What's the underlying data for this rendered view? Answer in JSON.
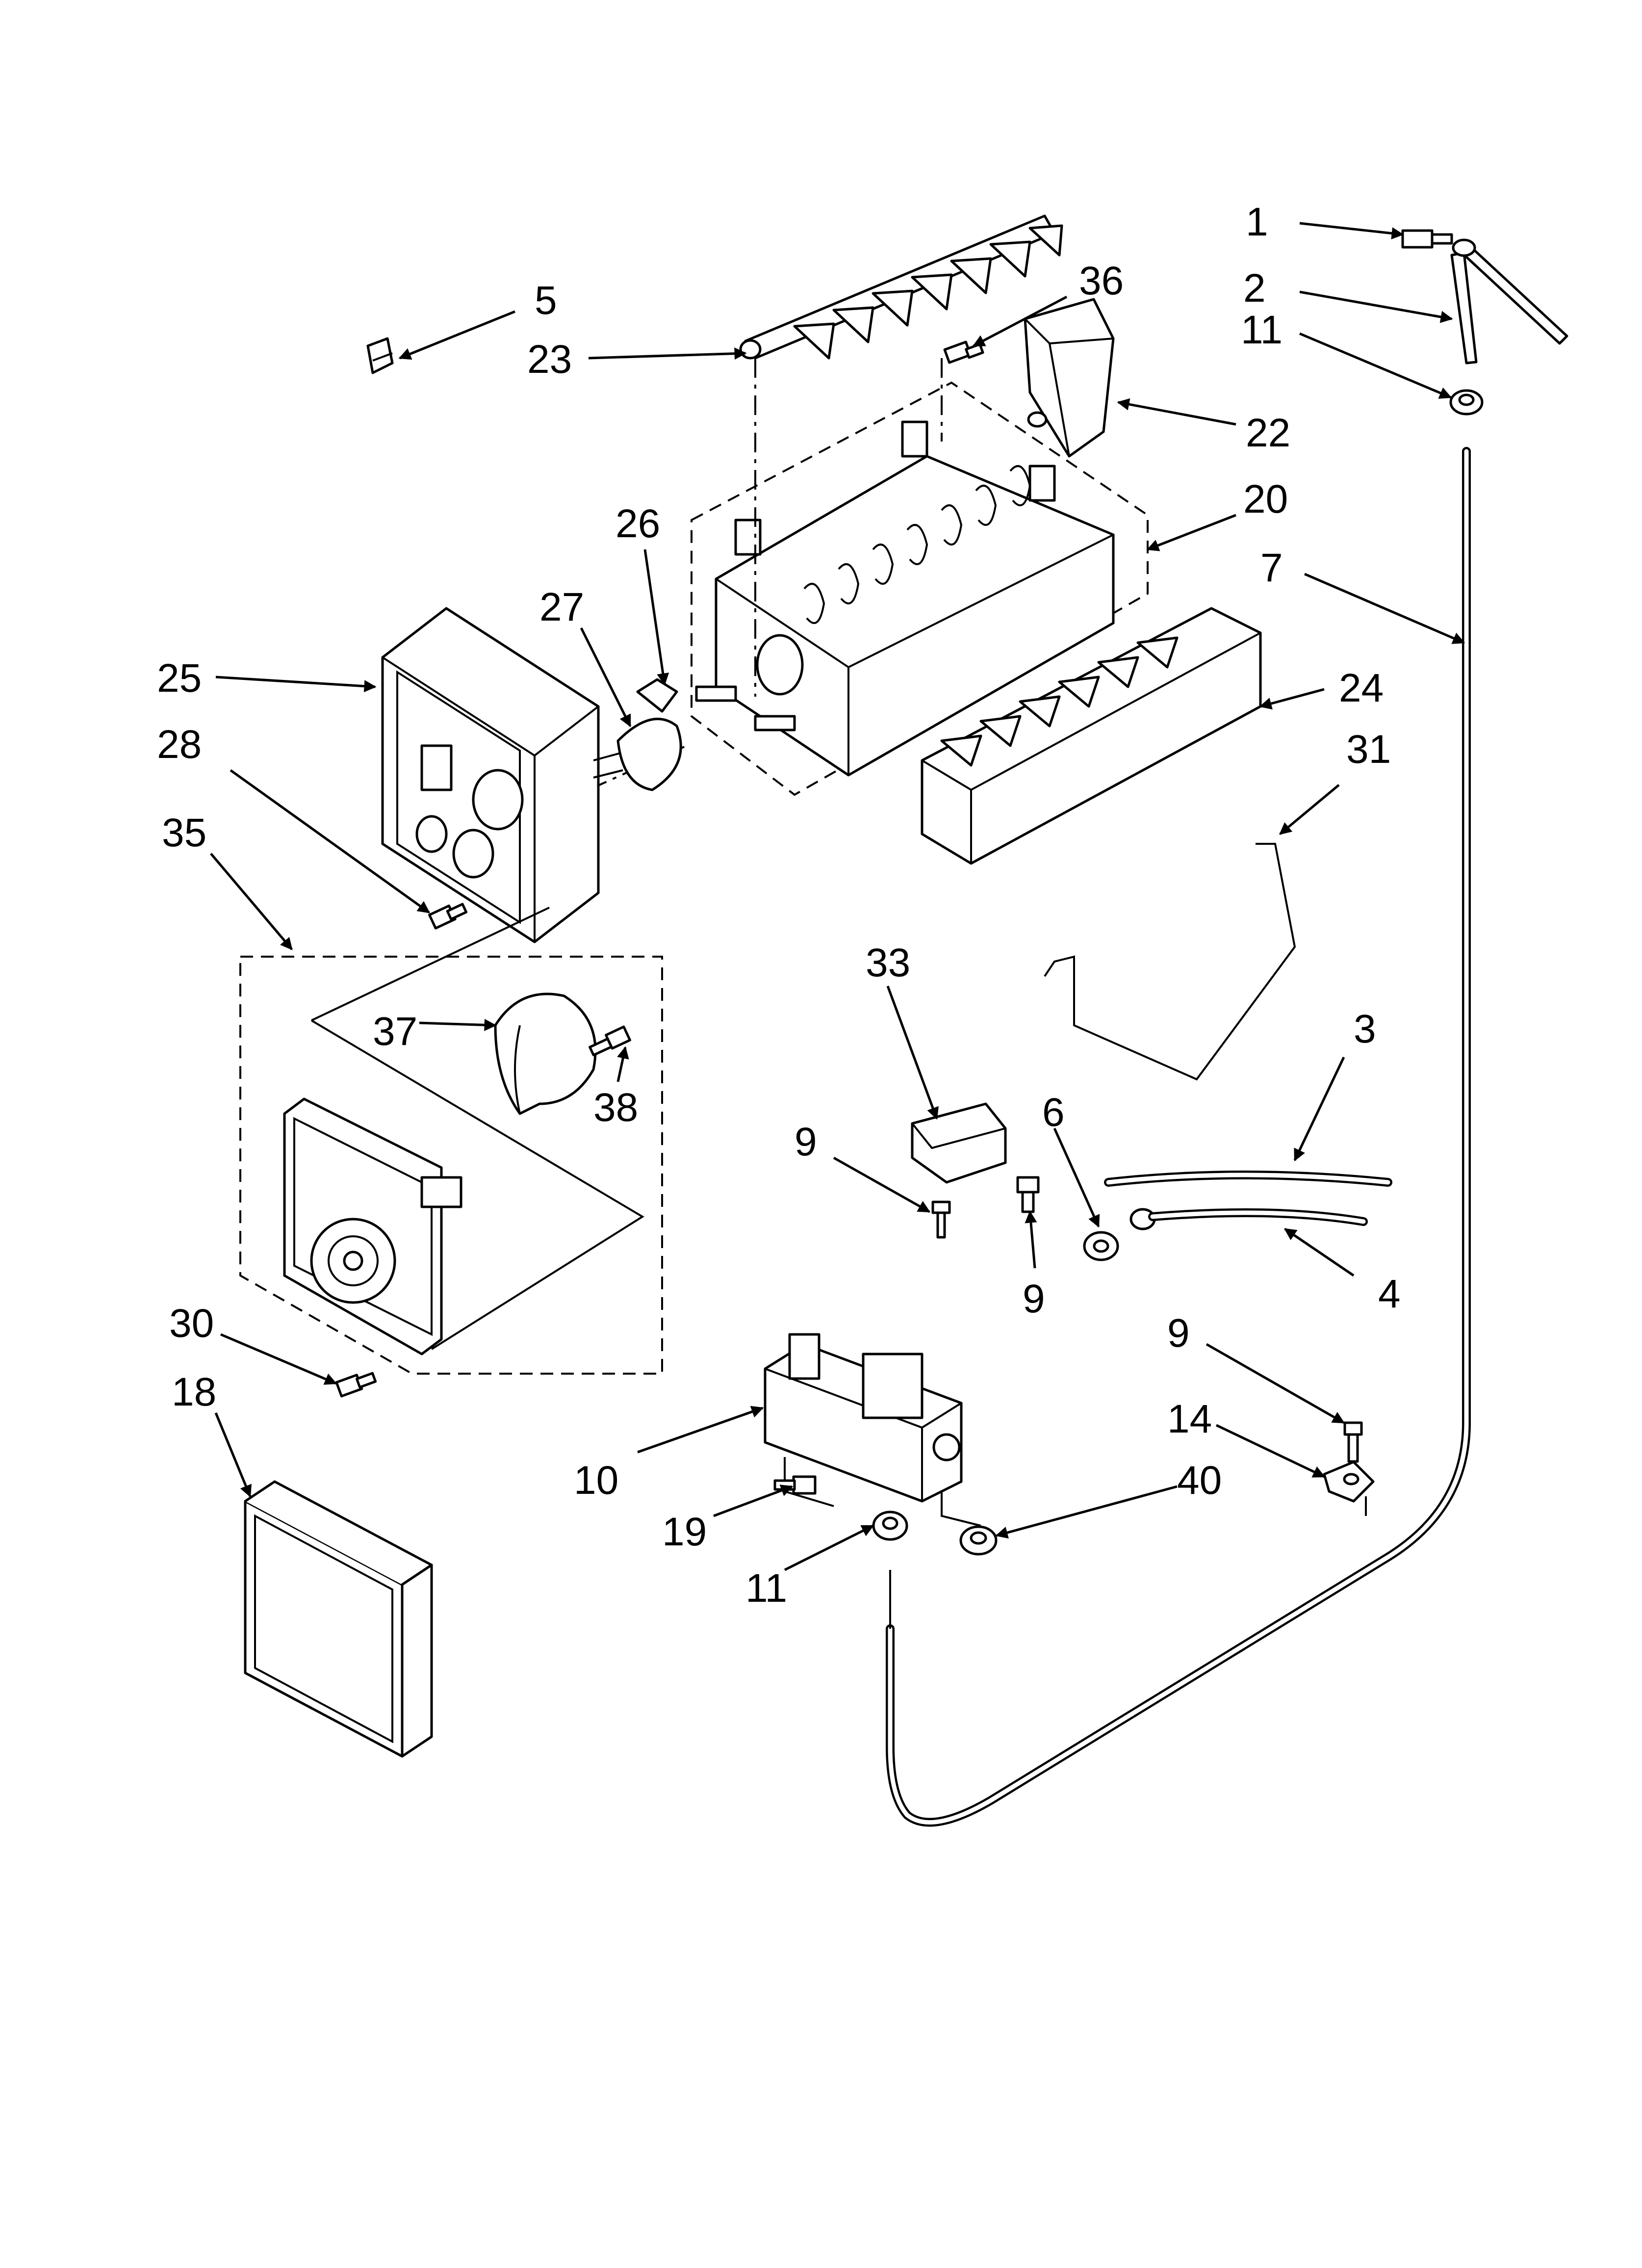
{
  "diagram": {
    "labels": [
      "1",
      "2",
      "11",
      "5",
      "36",
      "23",
      "22",
      "26",
      "20",
      "27",
      "7",
      "25",
      "24",
      "28",
      "31",
      "35",
      "37",
      "33",
      "3",
      "38",
      "9",
      "6",
      "9",
      "4",
      "30",
      "9",
      "18",
      "14",
      "10",
      "40",
      "19",
      "11"
    ]
  }
}
